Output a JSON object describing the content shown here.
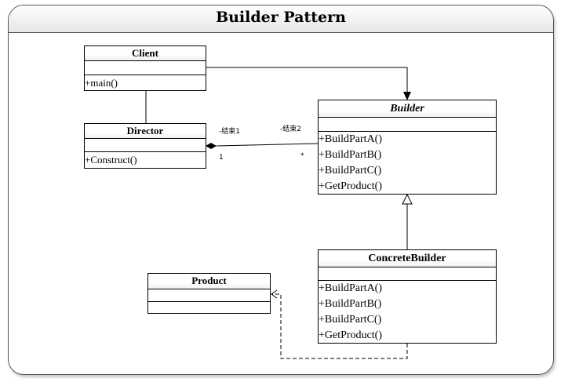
{
  "title": "Builder Pattern",
  "classes": {
    "client": {
      "name": "Client",
      "operations": [
        "+main()"
      ]
    },
    "director": {
      "name": "Director",
      "operations": [
        "+Construct()"
      ]
    },
    "builder": {
      "name": "Builder",
      "abstract": true,
      "operations": [
        "+BuildPartA()",
        "+BuildPartB()",
        "+BuildPartC()",
        "+GetProduct()"
      ]
    },
    "concrete_builder": {
      "name": "ConcreteBuilder",
      "operations": [
        "+BuildPartA()",
        "+BuildPartB()",
        "+BuildPartC()",
        "+GetProduct()"
      ]
    },
    "product": {
      "name": "Product",
      "operations": []
    }
  },
  "relationships": {
    "aggregation": {
      "role1": "-结束1",
      "role2": "-结束2",
      "mult1": "1",
      "mult2": "*"
    }
  }
}
